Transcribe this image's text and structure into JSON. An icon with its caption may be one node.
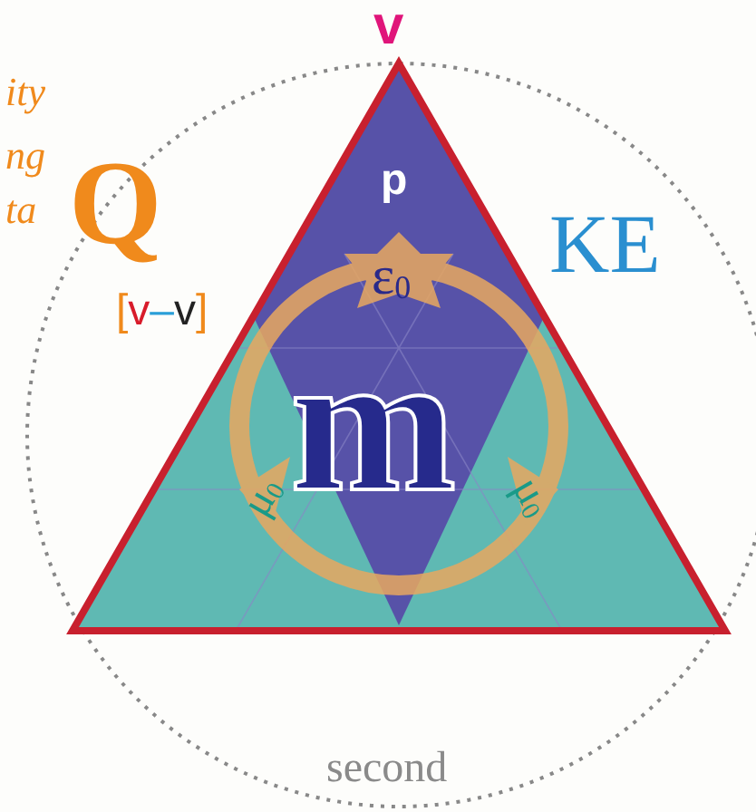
{
  "diagram": {
    "labels": [
      "ity",
      "ng",
      "ta",
      "v",
      "p",
      "Q",
      "KE",
      "ε$_{0}$",
      "[v–v]",
      "m",
      "μ$_{0}$",
      "μ$_{0}$",
      "second"
    ]
  }
}
